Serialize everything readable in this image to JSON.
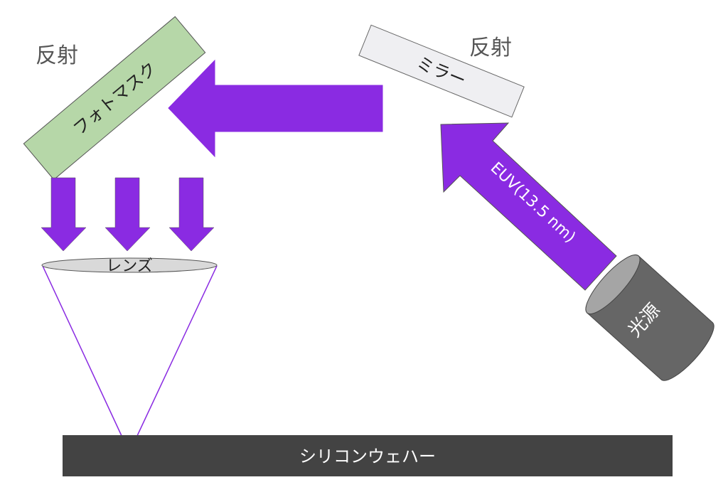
{
  "labels": {
    "reflect_left": "反射",
    "reflect_right": "反射",
    "photomask": "フォトマスク",
    "mirror": "ミラー",
    "euv": "EUV(13.5 nm)",
    "light_source": "光源",
    "lens": "レンズ",
    "wafer": "シリコンウェハー"
  },
  "colors": {
    "beam": "#8a2be2",
    "photomask": "#b6d7a8",
    "mirror": "#efeff2",
    "lens": "#d9d9d9",
    "light_source": "#666666",
    "wafer": "#434343",
    "text_gray": "#555555"
  }
}
